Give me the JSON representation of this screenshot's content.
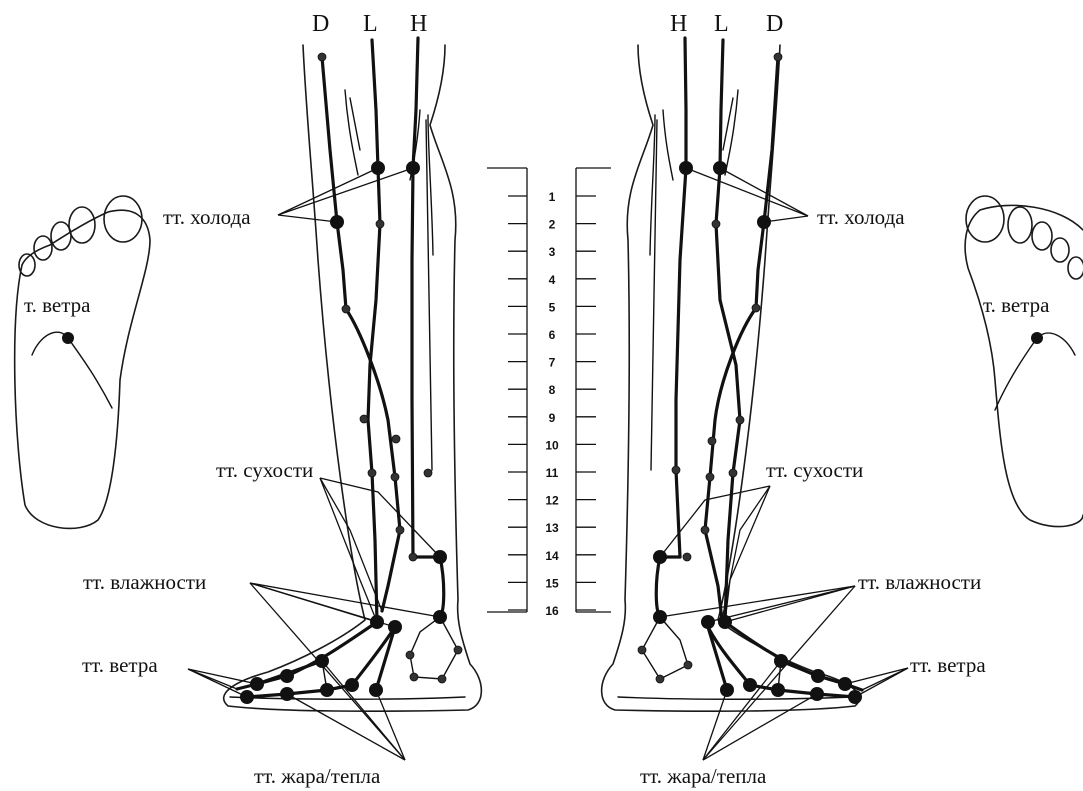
{
  "channels": {
    "left": [
      "D",
      "L",
      "H"
    ],
    "right": [
      "H",
      "L",
      "D"
    ]
  },
  "scale": {
    "ticks": [
      "1",
      "2",
      "3",
      "4",
      "5",
      "6",
      "7",
      "8",
      "9",
      "10",
      "11",
      "12",
      "13",
      "14",
      "15",
      "16"
    ]
  },
  "labels": {
    "cold": "тт. холода",
    "foot_wind": "т. ветра",
    "dryness": "тт. сухости",
    "moisture": "тт. влажности",
    "wind": "тт. ветра",
    "heat": "тт. жара/тепла"
  },
  "colors": {
    "ink": "#111111",
    "background": "#ffffff"
  }
}
